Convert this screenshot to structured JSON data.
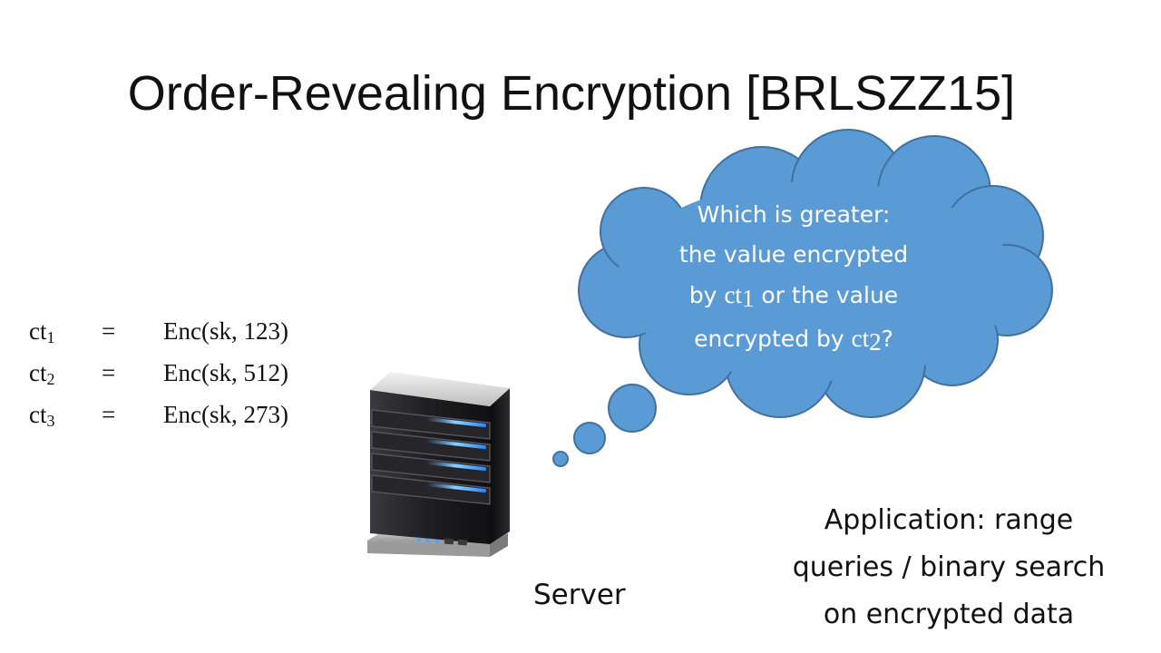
{
  "slide": {
    "title": "Order-Revealing Encryption [BRLSZZ15]"
  },
  "equations": [
    {
      "lhs": "ct",
      "sub": "1",
      "op": "=",
      "rhs": "Enc(sk, 123)"
    },
    {
      "lhs": "ct",
      "sub": "2",
      "op": "=",
      "rhs": "Enc(sk, 512)"
    },
    {
      "lhs": "ct",
      "sub": "3",
      "op": "=",
      "rhs": "Enc(sk, 273)"
    }
  ],
  "thought": {
    "line1": "Which is greater:",
    "line2": "the value encrypted",
    "line3_pre": "by ",
    "ct": "ct",
    "sub1": "1",
    "line3_post": " or the value",
    "line4_pre": "encrypted by ",
    "sub2": "2",
    "line4_post": "?"
  },
  "server": {
    "label": "Server",
    "icon": "server-tower-icon"
  },
  "application": {
    "line1": "Application: range",
    "line2": "queries / binary search",
    "line3": "on encrypted data"
  },
  "colors": {
    "bubble_fill": "#5b9bd5",
    "bubble_stroke": "#41719c",
    "server_body": "#1c1c1e",
    "server_led": "#58b4ff"
  }
}
